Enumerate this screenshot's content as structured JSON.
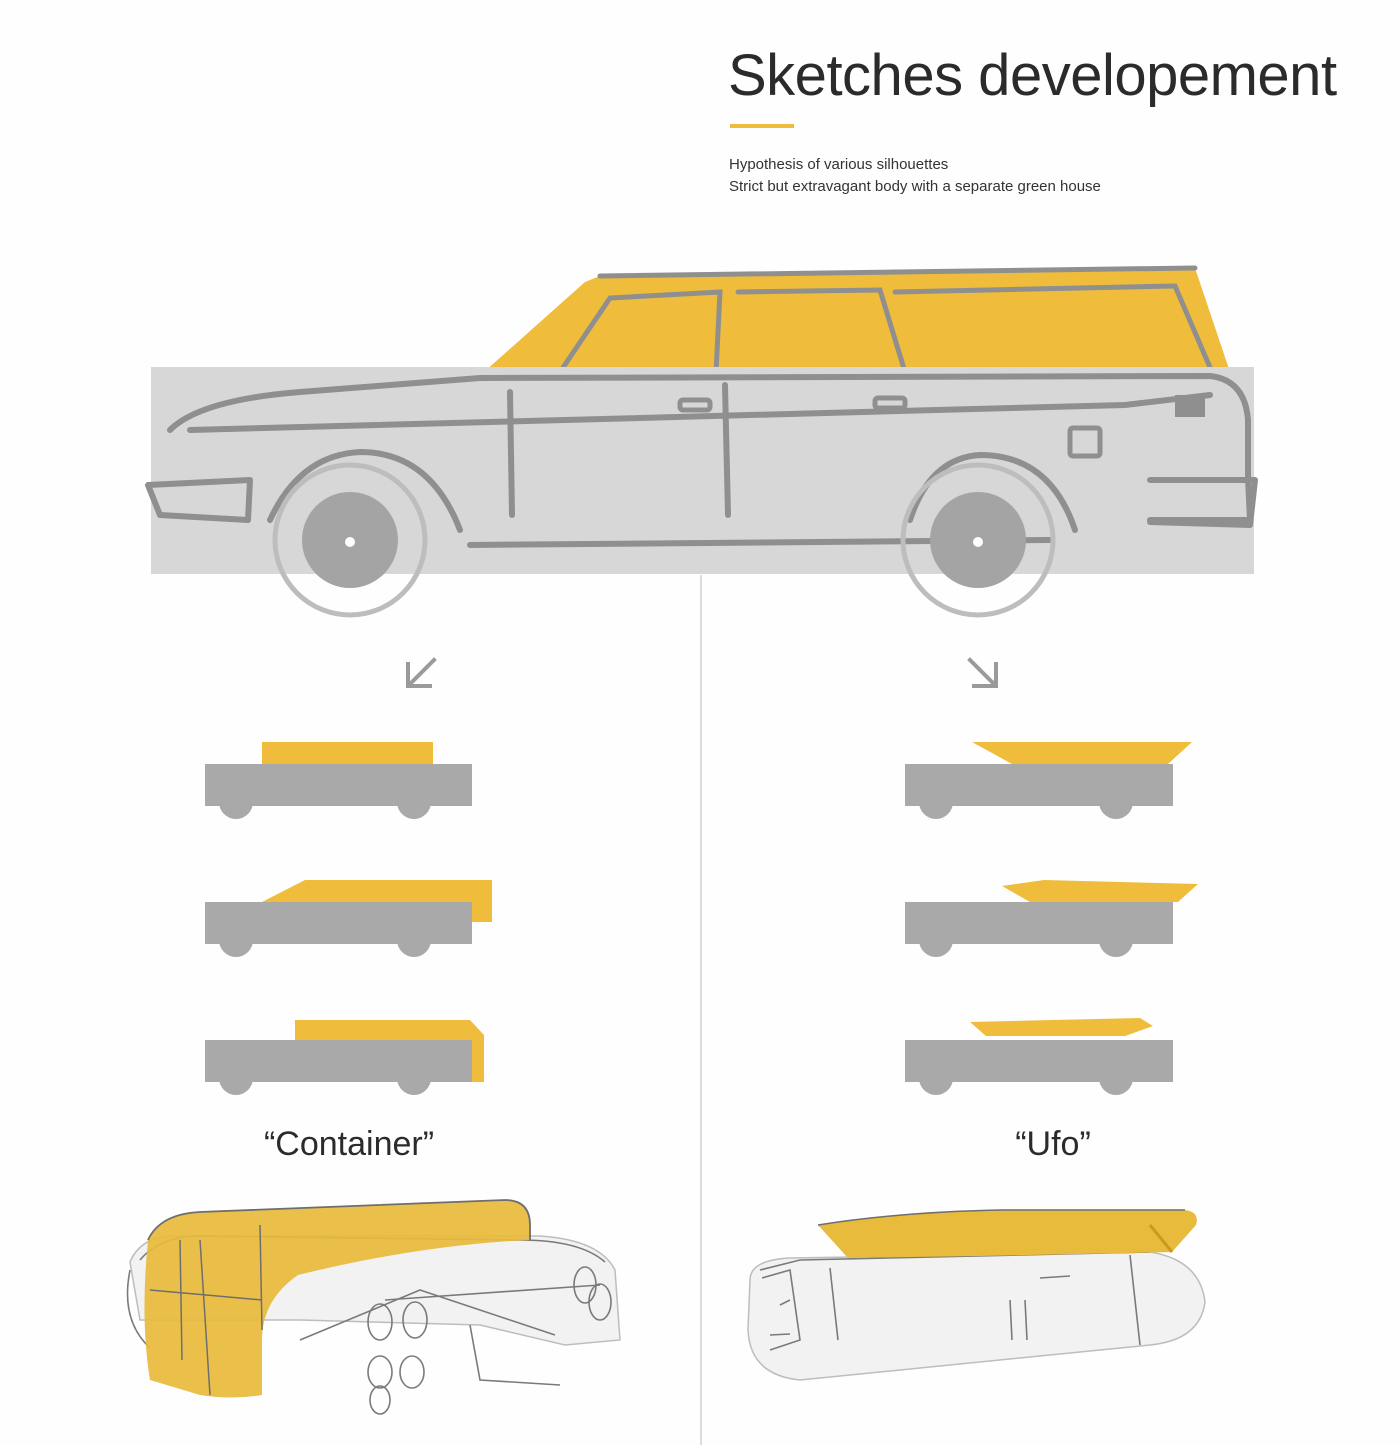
{
  "header": {
    "title": "Sketches developement",
    "subtitle_lines": [
      "Hypothesis of various silhouettes",
      "Strict but extravagant body with a separate green house"
    ]
  },
  "concepts": {
    "left": {
      "label": "“Container”",
      "arrow_icon": "arrow-down-left-icon"
    },
    "right": {
      "label": "“Ufo”",
      "arrow_icon": "arrow-down-right-icon"
    }
  },
  "colors": {
    "accent": "#efbd3b",
    "body_gray": "#a9a9a9",
    "overlay_gray": "#d7d7d7",
    "line_gray": "#9a9a9a"
  }
}
